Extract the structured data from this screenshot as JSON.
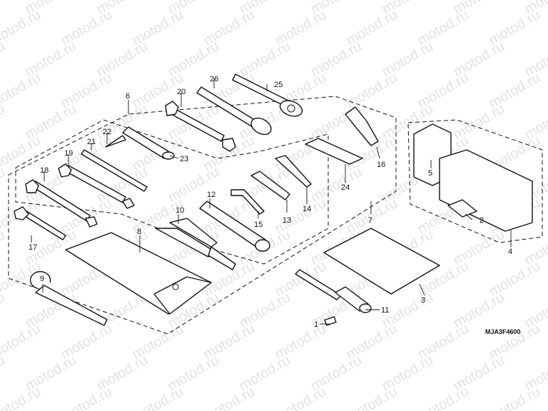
{
  "watermark": "motod.ru",
  "diagram_code": "MJA3F4600",
  "parts": [
    {
      "num": "1"
    },
    {
      "num": "2"
    },
    {
      "num": "3"
    },
    {
      "num": "4"
    },
    {
      "num": "5"
    },
    {
      "num": "6"
    },
    {
      "num": "7"
    },
    {
      "num": "8"
    },
    {
      "num": "9"
    },
    {
      "num": "10"
    },
    {
      "num": "11"
    },
    {
      "num": "12"
    },
    {
      "num": "13"
    },
    {
      "num": "14"
    },
    {
      "num": "15"
    },
    {
      "num": "16"
    },
    {
      "num": "17"
    },
    {
      "num": "18"
    },
    {
      "num": "19"
    },
    {
      "num": "20"
    },
    {
      "num": "21"
    },
    {
      "num": "22"
    },
    {
      "num": "23"
    },
    {
      "num": "24"
    },
    {
      "num": "25"
    },
    {
      "num": "26"
    }
  ]
}
